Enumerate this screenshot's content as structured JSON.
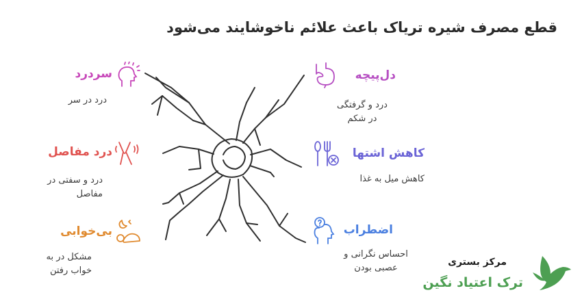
{
  "title": "قطع مصرف شیره تریاک باعث علائم ناخوشایند می‌شود",
  "colors": {
    "headache": "#c746b9",
    "joint_pain": "#e0524f",
    "insomnia": "#e08a2f",
    "colic": "#b64ec2",
    "appetite": "#6a63d6",
    "anxiety": "#4a7fe0",
    "logo_green": "#4d9f52",
    "crack": "#2f2f2f"
  },
  "symptoms": {
    "headache": {
      "title": "سردرد",
      "desc": "درد در سر",
      "icon": "head-pain-icon"
    },
    "joint_pain": {
      "title": "درد مفاصل",
      "desc_line1": "درد و سفتی در",
      "desc_line2": "مفاصل",
      "icon": "joint-icon"
    },
    "insomnia": {
      "title": "بی‌خوابی",
      "desc_line1": "مشکل در به",
      "desc_line2": "خواب رفتن",
      "icon": "sleep-icon"
    },
    "colic": {
      "title": "دل‌پیچه",
      "desc_line1": "درد و گرفتگی",
      "desc_line2": "در شکم",
      "icon": "stomach-icon"
    },
    "appetite": {
      "title": "کاهش اشتها",
      "desc": "کاهش میل به غذا",
      "icon": "fork-cancel-icon"
    },
    "anxiety": {
      "title": "اضطراب",
      "desc_line1": "احساس نگرانی و",
      "desc_line2": "عصبی بودن",
      "icon": "anxious-head-icon"
    }
  },
  "logo": {
    "line1": "مرکز بستری",
    "line2": "ترک اعتیاد نگین",
    "icon": "bird-logo-icon"
  }
}
